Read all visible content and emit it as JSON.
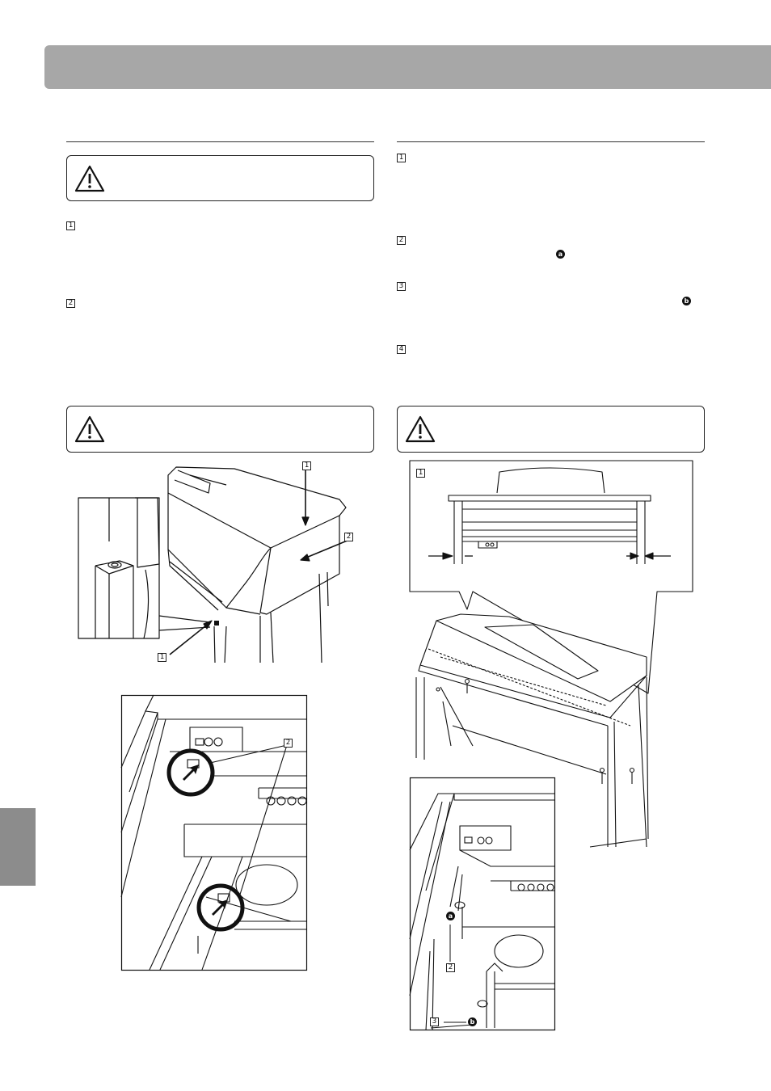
{
  "markers": {
    "left": {
      "step1": "1",
      "step2": "2"
    },
    "right": {
      "step1": "1",
      "step2": "2",
      "step3": "3",
      "step4": "4",
      "bullet_a": "a",
      "bullet_b": "b"
    },
    "figures": {
      "fig1_label1_top": "1",
      "fig1_label2": "2",
      "fig1_label1_bottom": "1",
      "fig2_label2": "2",
      "fig3_label1": "1",
      "fig4_label2": "2",
      "fig4_label3": "3",
      "fig4_bullet_a": "a",
      "fig4_bullet_b": "b"
    }
  },
  "icons": {
    "warning": "warning-triangle-icon"
  },
  "colors": {
    "header_bar": "#a7a7a7",
    "side_tab": "#8c8c8c"
  }
}
